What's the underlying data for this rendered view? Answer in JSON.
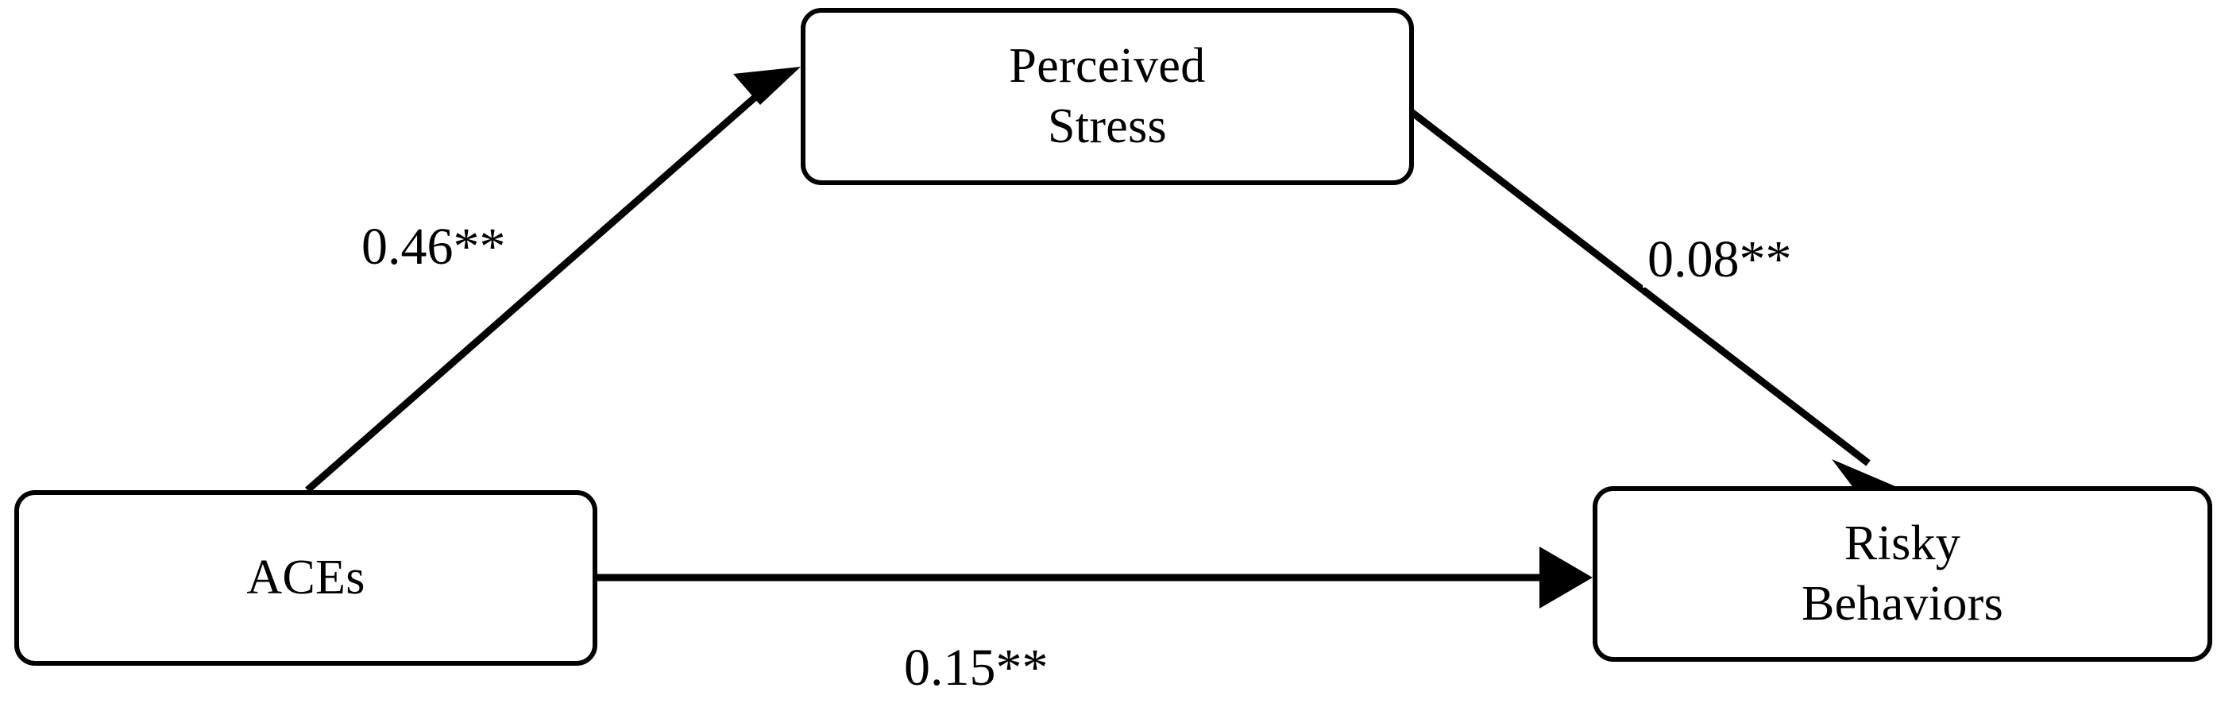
{
  "diagram": {
    "type": "mediation-path-diagram",
    "background_color": "#ffffff",
    "stroke_color": "#000000",
    "nodes": [
      {
        "id": "aces",
        "label": "ACEs",
        "role": "predictor"
      },
      {
        "id": "perceived_stress",
        "label": "Perceived\nStress",
        "line1": "Perceived",
        "line2": "Stress",
        "role": "mediator"
      },
      {
        "id": "risky_behaviors",
        "label": "Risky\nBehaviors",
        "line1": "Risky",
        "line2": "Behaviors",
        "role": "outcome"
      }
    ],
    "edges": [
      {
        "id": "aces-to-stress",
        "from": "aces",
        "to": "perceived_stress",
        "coefficient": "0.46",
        "significance": "**",
        "label": "0.46**",
        "arrowhead": "filled-triangle"
      },
      {
        "id": "stress-to-risky",
        "from": "perceived_stress",
        "to": "risky_behaviors",
        "coefficient": "0.08",
        "significance": "**",
        "label": "0.08**",
        "arrowhead": "filled-triangle"
      },
      {
        "id": "aces-to-risky",
        "from": "aces",
        "to": "risky_behaviors",
        "coefficient": "0.15",
        "significance": "**",
        "label": "0.15**",
        "arrowhead": "filled-triangle"
      }
    ]
  }
}
